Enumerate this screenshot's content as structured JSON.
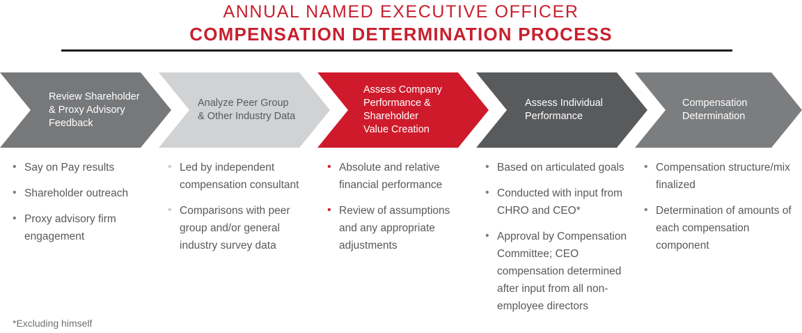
{
  "header": {
    "title_line1": "ANNUAL NAMED EXECUTIVE OFFICER",
    "title_line2": "COMPENSATION DETERMINATION PROCESS"
  },
  "colors": {
    "brand_red": "#cf1a2b",
    "title_red": "#c8202f",
    "gray_dark": "#77787a",
    "gray_darker": "#595a5c",
    "gray_light": "#d1d2d3",
    "gray_mid": "#7c7d7f",
    "text_gray": "#58595b",
    "rule_black": "#1b1b1b"
  },
  "process": {
    "steps": [
      {
        "index": 1,
        "label": "Review Shareholder\n& Proxy Advisory\nFeedback",
        "fill": "#77787a",
        "text_color": "#ffffff",
        "bullet_color": "#7b7c7e",
        "bullets": [
          "Say on Pay results",
          "Shareholder outreach",
          "Proxy advisory firm engagement"
        ]
      },
      {
        "index": 2,
        "label": "Analyze Peer Group\n& Other Industry Data",
        "fill": "#d1d2d3",
        "text_color": "#58595b",
        "bullet_color": "#c9cacb",
        "bullets": [
          "Led by independent compensation consultant",
          "Comparisons with peer group and/or general industry survey data"
        ]
      },
      {
        "index": 3,
        "label": "Assess Company\nPerformance &\nShareholder\nValue Creation",
        "fill": "#cf1a2b",
        "text_color": "#ffffff",
        "bullet_color": "#cf1a2b",
        "bullets": [
          "Absolute and relative financial performance",
          "Review of assumptions and any appropriate adjustments"
        ]
      },
      {
        "index": 4,
        "label": "Assess Individual\nPerformance",
        "fill": "#595a5c",
        "text_color": "#ffffff",
        "bullet_color": "#7b7c7e",
        "bullets": [
          "Based on articulated goals",
          "Conducted with input from CHRO and CEO*",
          "Approval by Compensation Committee; CEO compensation determined after input from all non-employee directors"
        ]
      },
      {
        "index": 5,
        "label": "Compensation\nDetermination",
        "fill": "#7c7d7f",
        "text_color": "#ffffff",
        "bullet_color": "#7b7c7e",
        "bullets": [
          "Compensation structure/mix finalized",
          "Determination of amounts of each compensation component"
        ]
      }
    ]
  },
  "footnote": "*Excluding himself"
}
